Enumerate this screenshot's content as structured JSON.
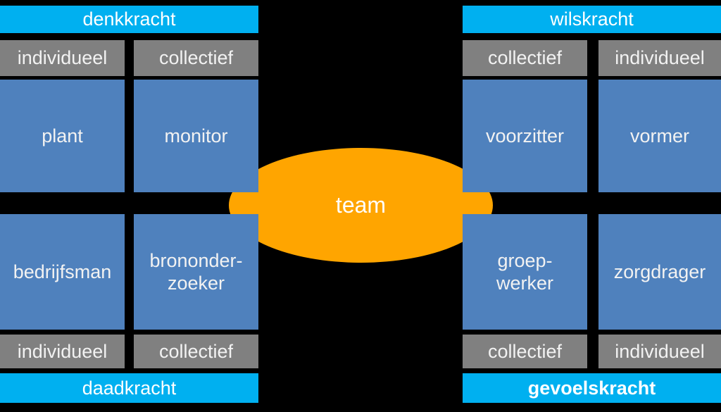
{
  "title": "belbin team roles diagram",
  "colors": {
    "background": "#000000",
    "header_bg": "#00B0F0",
    "sub_label_bg": "#808080",
    "role_box_bg": "#4F81BD",
    "ellipse_bg": "#FFA500",
    "text_white": "#FFFFFF",
    "text_light": "#F2F2F2"
  },
  "center": {
    "label": "team"
  },
  "left_panel": {
    "top_header": "denkkracht",
    "bottom_header": "daadkracht",
    "top_labels": [
      "individueel",
      "collectief"
    ],
    "bottom_labels": [
      "individueel",
      "collectief"
    ],
    "top_roles": [
      "plant",
      "monitor"
    ],
    "bottom_roles": [
      "bedrijfsman",
      "brononder-\nzoeker"
    ]
  },
  "right_panel": {
    "top_header": "wilskracht",
    "bottom_header": "gevoelskracht",
    "top_labels": [
      "collectief",
      "individueel"
    ],
    "bottom_labels": [
      "collectief",
      "individueel"
    ],
    "top_roles": [
      "voorzitter",
      "vormer"
    ],
    "bottom_roles": [
      "groep-\nwerker",
      "zorgdrager"
    ]
  }
}
